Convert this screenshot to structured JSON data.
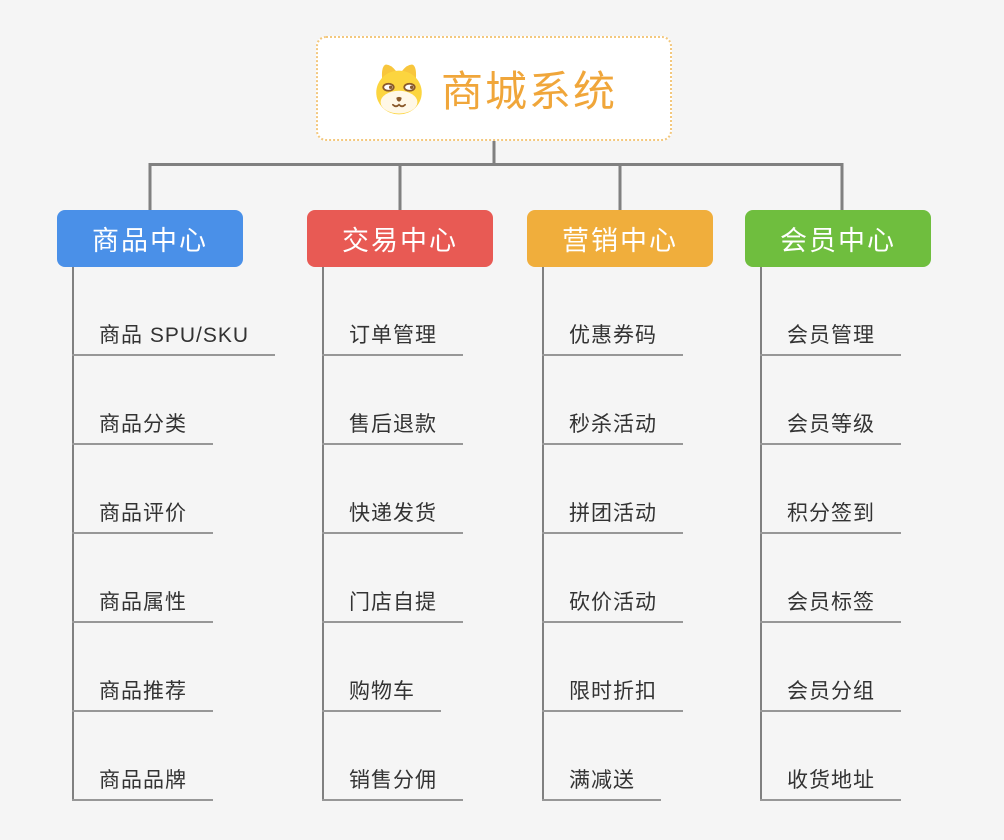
{
  "page": {
    "background": "#F5F5F5"
  },
  "root": {
    "title": "商城系统",
    "icon": "dog-face-icon",
    "background": "#FFFFFF",
    "border_color": "#F3C87E",
    "text_color": "#F0A63A"
  },
  "connectors": {
    "color": "#808080"
  },
  "leaf_style": {
    "text_color": "#333333",
    "underline_color": "#979797"
  },
  "branches": [
    {
      "id": "product-center",
      "label": "商品中心",
      "color": "#4A90E8",
      "children": [
        "商品 SPU/SKU",
        "商品分类",
        "商品评价",
        "商品属性",
        "商品推荐",
        "商品品牌"
      ]
    },
    {
      "id": "trade-center",
      "label": "交易中心",
      "color": "#E85A54",
      "children": [
        "订单管理",
        "售后退款",
        "快递发货",
        "门店自提",
        "购物车",
        "销售分佣"
      ]
    },
    {
      "id": "marketing-center",
      "label": "营销中心",
      "color": "#F0AE3C",
      "children": [
        "优惠券码",
        "秒杀活动",
        "拼团活动",
        "砍价活动",
        "限时折扣",
        "满减送"
      ]
    },
    {
      "id": "member-center",
      "label": "会员中心",
      "color": "#6FBE3E",
      "children": [
        "会员管理",
        "会员等级",
        "积分签到",
        "会员标签",
        "会员分组",
        "收货地址"
      ]
    }
  ]
}
